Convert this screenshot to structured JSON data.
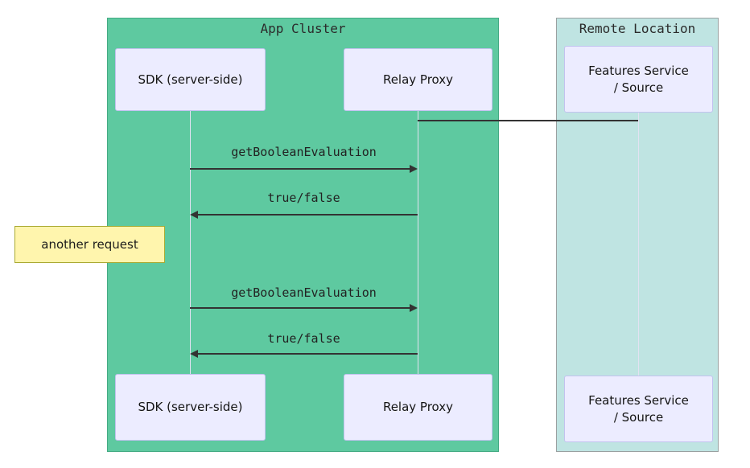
{
  "diagram": {
    "type": "sequence-diagram",
    "clusters": {
      "app": {
        "label": "App Cluster"
      },
      "remote": {
        "label": "Remote Location"
      }
    },
    "participants": {
      "sdk": {
        "label": "SDK (server-side)"
      },
      "relay": {
        "label": "Relay Proxy"
      },
      "features": {
        "line1": "Features Service",
        "line2": "/ Source"
      }
    },
    "messages": {
      "m1": {
        "label": "getBooleanEvaluation",
        "from": "SDK (server-side)",
        "to": "Relay Proxy",
        "direction": "right"
      },
      "m2": {
        "label": "true/false",
        "from": "Relay Proxy",
        "to": "SDK (server-side)",
        "direction": "left"
      },
      "m3": {
        "label": "getBooleanEvaluation",
        "from": "SDK (server-side)",
        "to": "Relay Proxy",
        "direction": "right"
      },
      "m4": {
        "label": "true/false",
        "from": "Relay Proxy",
        "to": "SDK (server-side)",
        "direction": "left"
      }
    },
    "link": {
      "from": "Relay Proxy",
      "to": "Features Service / Source",
      "style": "plain-line"
    },
    "note": {
      "label": "another request",
      "position": "left of SDK (server-side)"
    },
    "colors": {
      "app_cluster_fill": "#5ec9a0",
      "remote_cluster_fill": "#bfe4e2",
      "participant_fill": "#ececff",
      "participant_border": "#c2c2ef",
      "note_fill": "#fff5ad",
      "note_border": "#aaaa33",
      "arrow": "#333333",
      "lifeline": "#e2e2f2"
    }
  }
}
